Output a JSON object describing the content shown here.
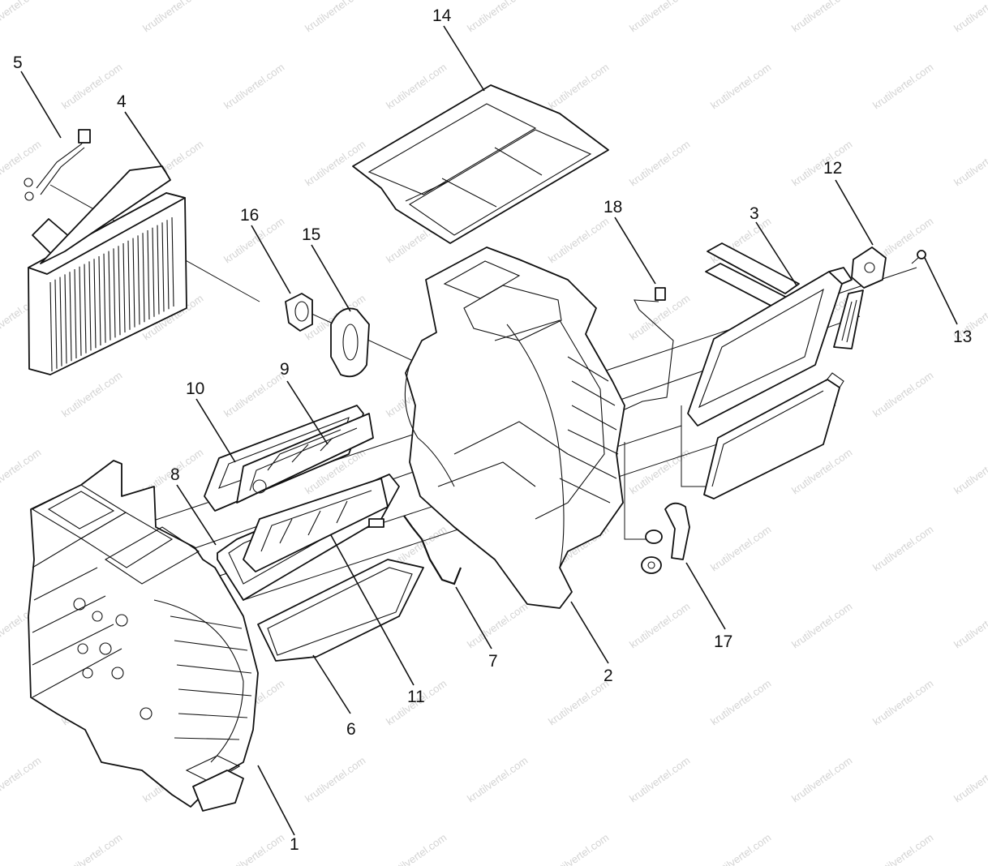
{
  "figure": {
    "watermark_text": "krutilvertel.com",
    "line_color": "#111111",
    "background_color": "#ffffff",
    "watermark_color": "#d4d4d4"
  },
  "parts": [
    {
      "id": "housing-lower",
      "label": "1"
    },
    {
      "id": "housing-upper",
      "label": "2"
    },
    {
      "id": "heater-core",
      "label": "3"
    },
    {
      "id": "evaporator",
      "label": "4"
    },
    {
      "id": "evaporator-sensor",
      "label": "5"
    },
    {
      "id": "drain-tray",
      "label": "6"
    },
    {
      "id": "wire-clip",
      "label": "7"
    },
    {
      "id": "mode-door",
      "label": "8"
    },
    {
      "id": "air-mix-door-upper",
      "label": "9"
    },
    {
      "id": "door-frame",
      "label": "10"
    },
    {
      "id": "air-mix-door-lower",
      "label": "11"
    },
    {
      "id": "core-bracket",
      "label": "12"
    },
    {
      "id": "screw",
      "label": "13"
    },
    {
      "id": "filter-frame",
      "label": "14"
    },
    {
      "id": "seal-grommet",
      "label": "15"
    },
    {
      "id": "clip",
      "label": "16"
    },
    {
      "id": "drain-hose",
      "label": "17"
    },
    {
      "id": "temperature-sensor",
      "label": "18"
    }
  ]
}
